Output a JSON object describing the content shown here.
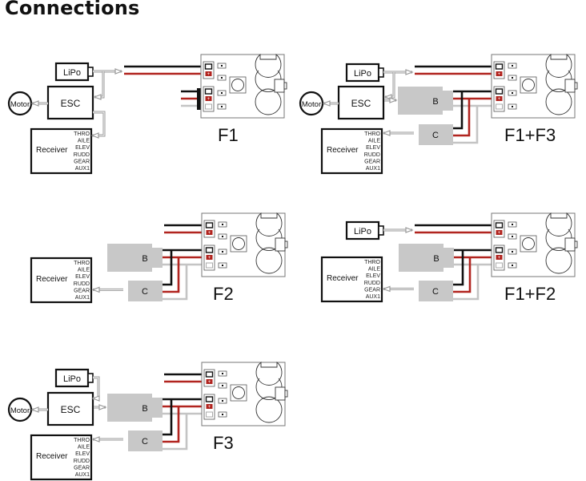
{
  "title": "Connections",
  "colors": {
    "black_wire": "#111111",
    "red_wire": "#b1241f",
    "signal_wire": "#c4c4c4",
    "arrow": "#9a9a9a",
    "module_fill": "#c8c8c8"
  },
  "labels": {
    "lipo": "LiPo",
    "esc": "ESC",
    "motor": "Motor",
    "receiver": "Receiver",
    "module_b": "B",
    "module_c": "C"
  },
  "receiver_channels": [
    "THRO",
    "AILE",
    "ELEV",
    "RUDD",
    "GEAR",
    "AUX1"
  ],
  "diagrams": [
    {
      "id": "f1",
      "caption": "F1",
      "has_lipo": true,
      "has_esc": true,
      "has_motor": true,
      "has_b": false,
      "has_c": false,
      "receiver_channel": "THRO"
    },
    {
      "id": "f1f3",
      "caption": "F1+F3",
      "has_lipo": true,
      "has_esc": true,
      "has_motor": true,
      "has_b": true,
      "has_c": true,
      "receiver_channel": "THRO"
    },
    {
      "id": "f2",
      "caption": "F2",
      "has_lipo": false,
      "has_esc": false,
      "has_motor": false,
      "has_b": true,
      "has_c": true,
      "receiver_channel": "GEAR"
    },
    {
      "id": "f1f2",
      "caption": "F1+F2",
      "has_lipo": true,
      "has_esc": false,
      "has_motor": false,
      "has_b": true,
      "has_c": true,
      "receiver_channel": "GEAR"
    },
    {
      "id": "f3",
      "caption": "F3",
      "has_lipo": true,
      "has_esc": true,
      "has_motor": true,
      "has_b": true,
      "has_c": true,
      "receiver_channel": "THRO"
    }
  ]
}
